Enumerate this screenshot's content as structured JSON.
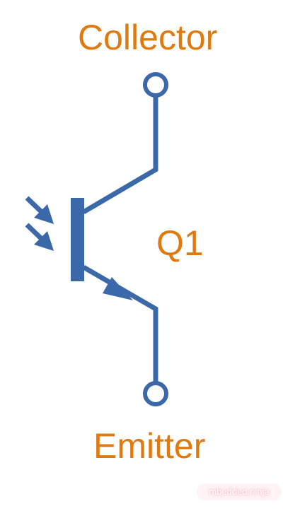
{
  "labels": {
    "collector": "Collector",
    "component": "Q1",
    "emitter": "Emitter"
  },
  "watermark": "mbedded.ninja",
  "colors": {
    "symbol": "#3B68A8",
    "label": "#E07A10",
    "background": "#FFFFFF"
  },
  "component_type": "phototransistor"
}
